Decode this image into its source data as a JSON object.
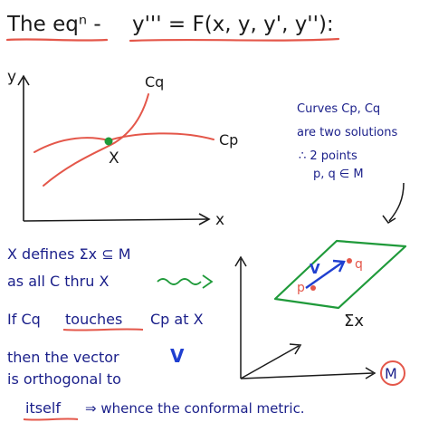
{
  "header": {
    "title": "The eqⁿ -",
    "equation": "y''' = F(x, y, y', y''):"
  },
  "graph": {
    "y_axis_label": "y",
    "x_axis_label": "x",
    "curve_q_label": "Cq",
    "curve_p_label": "Cp",
    "point_label": "X"
  },
  "note": {
    "line1": "Curves Cp, Cq",
    "line2": "are two solutions",
    "line3": "∴ 2 points",
    "line4": "p, q ∈ M"
  },
  "text_block": {
    "l1": "X defines Σx ⊆ M",
    "l2": "as all C thru X",
    "l3a": "If Cq",
    "l3b": "touches",
    "l3c": "Cp at X",
    "l4a": "then the vector",
    "l4b": "V",
    "l5": "is orthogonal to",
    "l6a": "itself",
    "l6b": "⇒ whence the conformal metric."
  },
  "diagram": {
    "vector_label": "V",
    "point_p": "p",
    "point_q": "q",
    "sigma_label": "Σx",
    "manifold_label": "M"
  },
  "colors": {
    "ink": "#1a1a1a",
    "red": "#e4574a",
    "green": "#1f9a3a",
    "blue": "#1f3fd0",
    "navy": "#1a1f8a"
  }
}
